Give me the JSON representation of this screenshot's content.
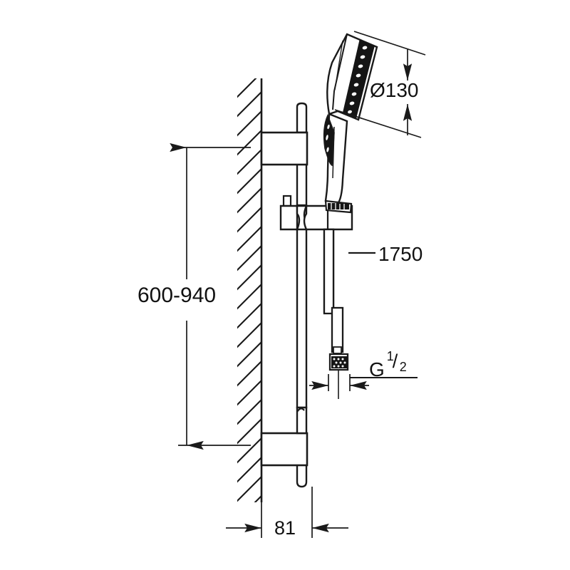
{
  "drawing": {
    "title": "Shower rail set technical drawing",
    "type": "engineering-dimension-drawing",
    "units": "mm",
    "background_color": "#ffffff",
    "line_color": "#1a1a1a",
    "text_color": "#111111"
  },
  "dimensions": {
    "rail_height_range": "600-940",
    "hose_length": "1750",
    "head_diameter": "Ø130",
    "wall_projection": "81",
    "thread_size_prefix": "G",
    "thread_numerator": "1",
    "thread_slash": "/",
    "thread_denominator": "2"
  },
  "components": {
    "wall": "hatched-wall-section",
    "rail": "vertical-slide-bar",
    "upper_bracket": "upper-wall-mount-bracket",
    "lower_bracket": "lower-wall-mount-bracket",
    "slider_holder": "adjustable-hand-shower-holder",
    "hand_shower": "hand-shower-head",
    "hose": "flexible-shower-hose",
    "hose_fitting": "threaded-hose-connector"
  },
  "annotations": {
    "vertical_dim": "600-940",
    "hose_dim": "1750",
    "diameter_dim": "Ø130",
    "depth_dim": "81",
    "thread_dim": "G 1/2"
  }
}
